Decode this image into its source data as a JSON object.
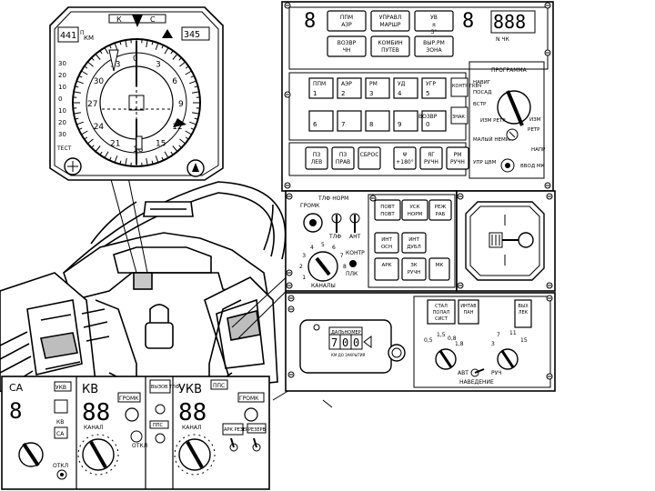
{
  "compass": {
    "top_k": "К",
    "top_s": "С",
    "dist_left": "441",
    "dist_unit_top": "П",
    "dist_unit": "КМ",
    "dist_right": "345",
    "scale_numbers": [
      "0",
      "3",
      "6",
      "9",
      "12",
      "15",
      "18",
      "21",
      "24",
      "27",
      "30",
      "33"
    ],
    "outer_numbers": [
      "30",
      "20",
      "10",
      "0",
      "10",
      "20",
      "30"
    ],
    "test_label": "ТЕСТ"
  },
  "panel_a": {
    "row1": [
      "ППМ АЗР",
      "УПРАВЛ МАРШР",
      "УВ ± 3° РМ"
    ],
    "row2": [
      "ВОЗВР ЧН",
      "КОМБИН ПУТЕВ",
      "ВЫР.РМ ЗОНА"
    ],
    "mk_label": "N ЧК",
    "keys_top_labels": [
      "ППМ",
      "АЭР",
      "РМ",
      "УД",
      "УГР"
    ],
    "keys_top_numbers": [
      "1",
      "2",
      "3",
      "4",
      "5"
    ],
    "keys_bottom_numbers": [
      "6",
      "7",
      "8",
      "9",
      "0"
    ],
    "vozvr": "ВОЗВР",
    "kontr": "КОНТР ГКВЧ",
    "znak": "ЗНАК",
    "bottom_buttons": [
      "ПЗ ЛЕВ",
      "ПЗ ПРАВ",
      "СБРОС",
      "Ψ +180°",
      "ЯГ РУЧН",
      "РМ РУЧН"
    ],
    "programma": "ПРОГРАММА",
    "modes": [
      "НАВИГ",
      "ПОСАД",
      "ВСТР",
      "ИЗМ РЕТР",
      "ИЗМ",
      "РЕТР",
      "МАЛЫЙ НЕМИГР",
      "НАПР",
      "УПР ЦВМ",
      "ВВОД МК"
    ]
  },
  "panel_b": {
    "top_label": "ТЛФ НОРМ",
    "gromk": "ГРОМК",
    "tlf": "ТЛФ",
    "ant": "АНТ",
    "kontr": "КОНТР",
    "plk": "ПЛК",
    "kanaly": "КАНАЛЫ",
    "channel_numbers": [
      "1",
      "2",
      "3",
      "4",
      "5",
      "6",
      "7",
      "8"
    ],
    "buttons": [
      "ПОВТ ПОВТ",
      "УСК НОРМ",
      "РЕЖ РАБ",
      "ИНТ ОСН",
      "ИНТ ДУБЛ",
      "АРК",
      "ЗК РУЧН",
      "МК"
    ]
  },
  "panel_d": {
    "dalnomer": "ДАЛЬНОМЕР",
    "digits": [
      "7",
      "0",
      "0"
    ],
    "units": "КМ ДО ЗАКРЫТИЯ",
    "top_buttons": [
      "СТАЛ ПОЛАЛ СИСТ",
      "ИНТАВ ПАН",
      "ВЫХ ЛЕК"
    ],
    "knob_left_numbers": [
      "0,5",
      "1,5",
      "0,8",
      "1,8"
    ],
    "knob_right_numbers": [
      "3",
      "7",
      "11",
      "15"
    ],
    "avt": "АВТ",
    "ruch": "РУЧ",
    "navedenie": "НАВЕДЕНИЕ"
  },
  "panel_e": {
    "ca": "СА",
    "ukv_small": "УКВ",
    "kv": "КВ",
    "ukv": "УКВ",
    "pps": "ППС",
    "gromk1": "ГРОМК",
    "gromk2": "ГРОМК",
    "kanal1": "КАНАЛ",
    "kanal2": "КАНАЛ",
    "ca_kv": "КВ",
    "ca_ca": "СА",
    "otkl": "ОТКЛ",
    "otkl2": "ОТКЛ",
    "center_top": "ВЫЗОВ ТЛФ",
    "center_bottom": "ППС",
    "ark_rezerv": "АРК РЕЗЕРВ",
    "rezerv": "РЕЗЕРВ",
    "seg_small": "8",
    "seg_kv": "88",
    "seg_ukv": "88"
  }
}
